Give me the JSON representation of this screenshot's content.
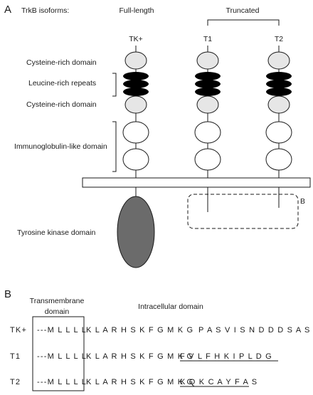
{
  "panel_a": {
    "letter": "A",
    "isoforms_label": "TrkB isoforms:",
    "full_length_label": "Full-length",
    "truncated_label": "Truncated",
    "isoforms": [
      "TK+",
      "T1",
      "T2"
    ],
    "domains": {
      "cys1": "Cysteine-rich domain",
      "lrr": "Leucine-rich repeats",
      "cys2": "Cysteine-rich domain",
      "ig": "Immunoglobulin-like domain",
      "tk": "Tyrosine kinase domain"
    },
    "callout": "B",
    "colors": {
      "cys": "#e6e6e6",
      "lrr": "#000000",
      "ig": "#ffffff",
      "tk": "#6b6b6b",
      "line": "#1a1a1a"
    }
  },
  "panel_b": {
    "letter": "B",
    "tm_label_line1": "Transmembrane",
    "tm_label_line2": "domain",
    "intracellular_label": "Intracellular domain",
    "rows": [
      {
        "name": "TK+",
        "tm": "---M L L L L",
        "common": "K L A R H S K F G M K G",
        "unique": "P A S V I S N D D D S A S P----",
        "underline": false
      },
      {
        "name": "T1",
        "tm": "---M L L L L",
        "common": "K L A R H S K F G M K G",
        "unique": "F V L F H K I P L D G",
        "underline": true
      },
      {
        "name": "T2",
        "tm": "---M L L L L",
        "common": "K L A R H S K F G M K G",
        "unique": "K Q K C A Y F A S",
        "underline": true
      }
    ]
  }
}
